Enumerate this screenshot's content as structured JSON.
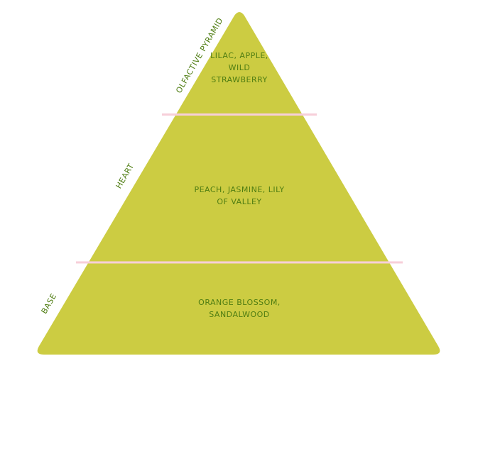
{
  "title": "OLFACTIVE PYRAMID",
  "colors": {
    "fill": "#cccc42",
    "text": "#4f7d12",
    "divider": "#f7cfd9"
  },
  "tiers": [
    {
      "label": "OLFACTIVE PYRAMID",
      "notes": [
        "LILAC, APPLE,",
        "WILD",
        "STRAWBERRY"
      ]
    },
    {
      "label": "HEART",
      "notes": [
        "PEACH, JASMINE, LILY",
        "OF VALLEY"
      ]
    },
    {
      "label": "BASE",
      "notes": [
        "ORANGE BLOSSOM,",
        "SANDALWOOD"
      ]
    }
  ]
}
